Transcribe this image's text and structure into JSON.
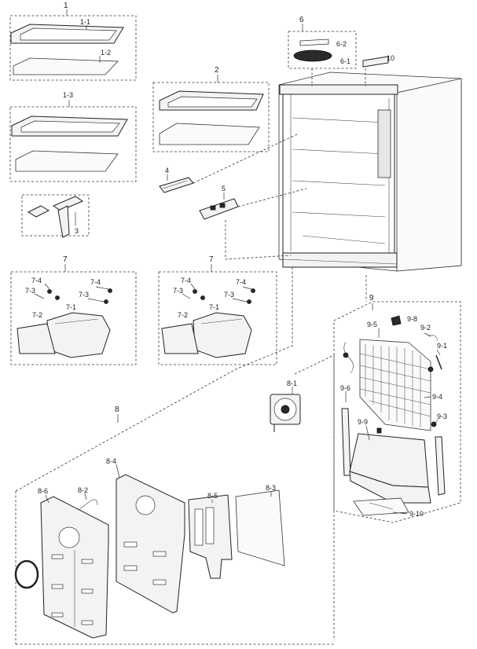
{
  "labels": {
    "g1": "1",
    "p1_1": "1-1",
    "p1_2": "1-2",
    "p1_3": "1-3",
    "g2": "2",
    "p3": "3",
    "p4": "4",
    "p5": "5",
    "g6": "6",
    "p6_1": "6-1",
    "p6_2": "6-2",
    "p10": "10",
    "g7a": "7",
    "p7_1a": "7-1",
    "p7_2a": "7-2",
    "p7_3a1": "7-3",
    "p7_3a2": "7-3",
    "p7_4a1": "7-4",
    "p7_4a2": "7-4",
    "g7b": "7",
    "p7_1b": "7-1",
    "p7_2b": "7-2",
    "p7_3b1": "7-3",
    "p7_3b2": "7-3",
    "p7_4b1": "7-4",
    "p7_4b2": "7-4",
    "g8": "8",
    "p8_1": "8-1",
    "p8_2": "8-2",
    "p8_3": "8-3",
    "p8_4": "8-4",
    "p8_5": "8-5",
    "p8_6": "8-6",
    "g9": "9",
    "p9_1": "9-1",
    "p9_2": "9-2",
    "p9_3": "9-3",
    "p9_4": "9-4",
    "p9_5": "9-5",
    "p9_6": "9-6",
    "p9_8": "9-8",
    "p9_9": "9-9",
    "p9_10": "9-10"
  }
}
